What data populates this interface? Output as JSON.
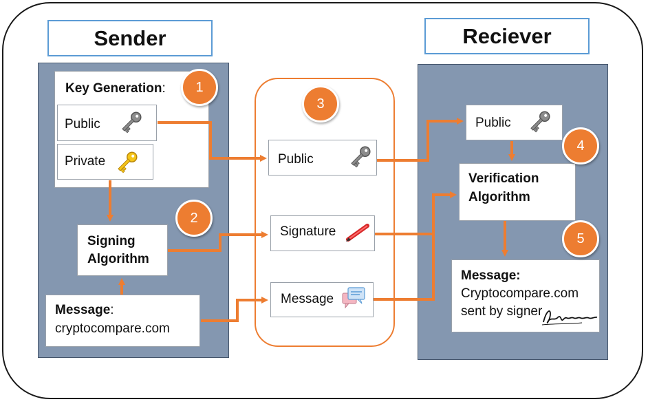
{
  "sender": {
    "title": "Sender",
    "keygen_label": "Key Generation",
    "keygen_colon": ":",
    "public_label": "Public",
    "private_label": "Private",
    "signing_line1": "Signing",
    "signing_line2": "Algorithm",
    "message_label": "Message",
    "message_colon": ":",
    "message_value": "cryptocompare.com"
  },
  "middle": {
    "public_label": "Public",
    "signature_label": "Signature",
    "message_label": "Message"
  },
  "receiver": {
    "title": "Reciever",
    "public_label": "Public",
    "verification_line1": "Verification",
    "verification_line2": "Algorithm",
    "message_label": "Message:",
    "message_line1": "Cryptocompare.com",
    "message_line2": "sent by signer"
  },
  "badges": [
    "1",
    "2",
    "3",
    "4",
    "5"
  ],
  "colors": {
    "accent_orange": "#ed7d31",
    "panel_blue": "#8497b0",
    "title_border": "#5b9bd5"
  },
  "icons": {
    "public_key": "grey-key-icon",
    "private_key": "gold-key-icon",
    "signature": "pen-icon",
    "message": "chat-bubbles-icon",
    "signer": "signature-scribble-icon"
  }
}
